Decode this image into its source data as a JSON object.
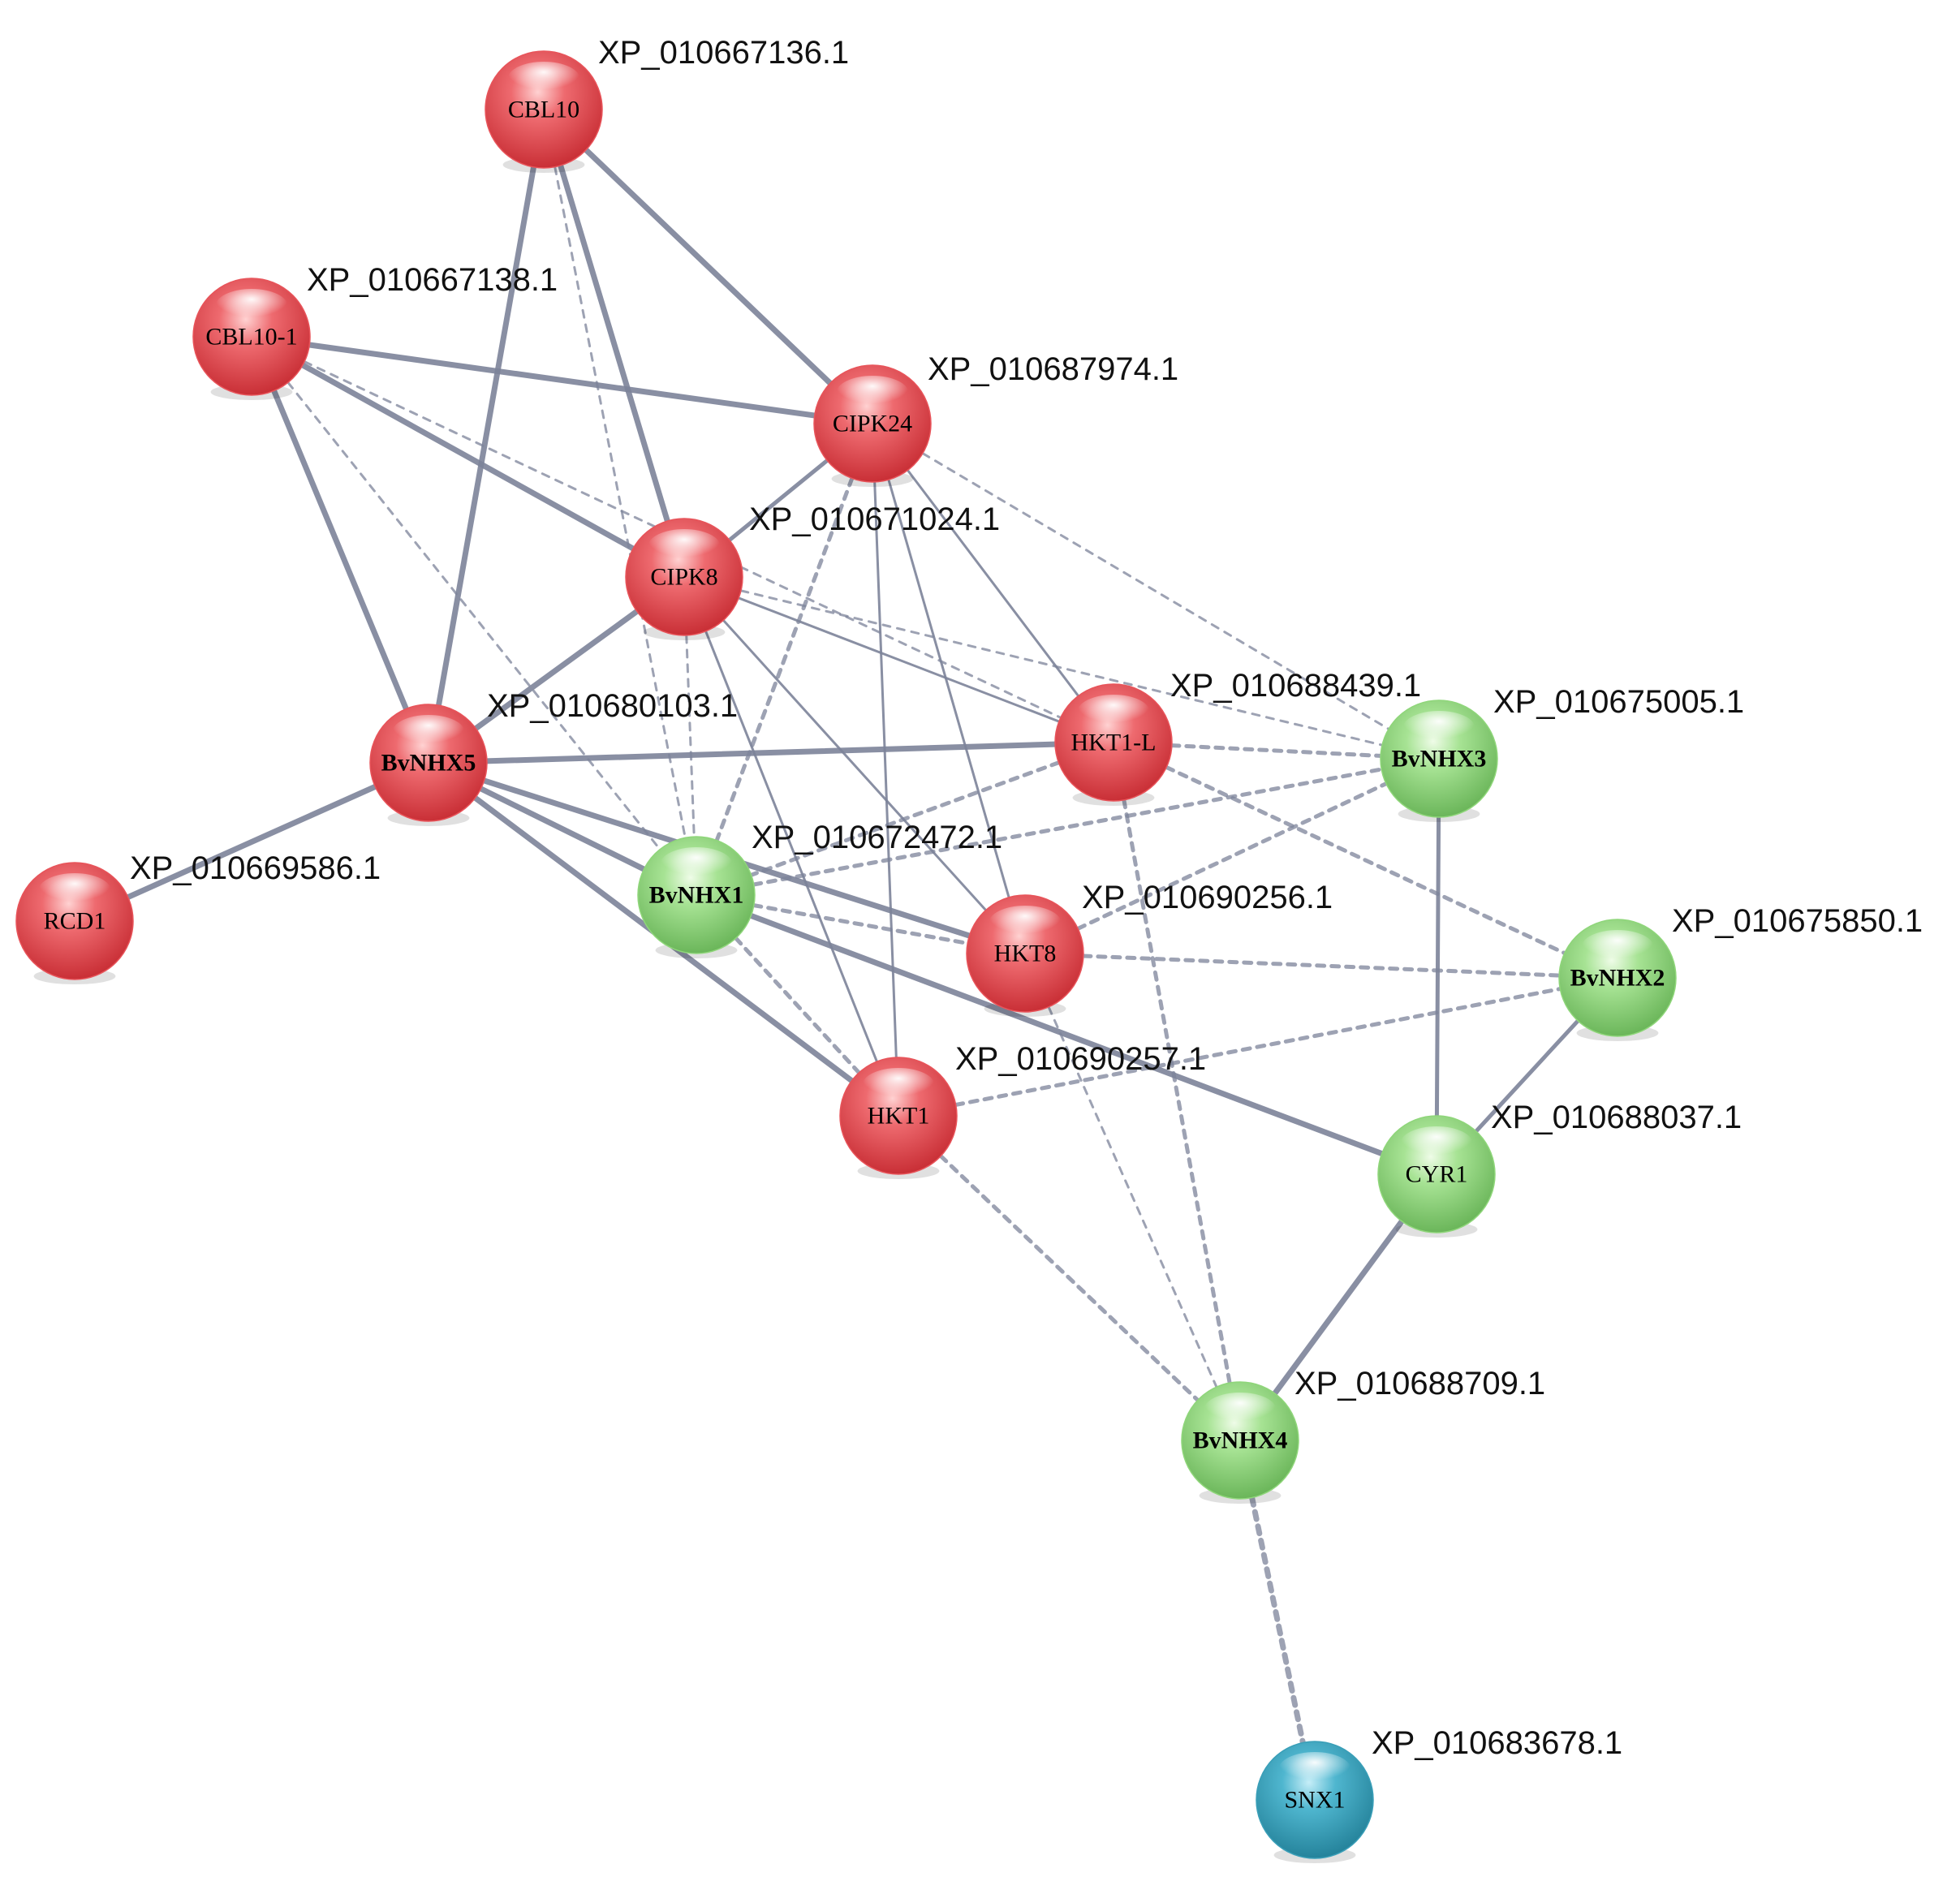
{
  "colors": {
    "red": "#e8545a",
    "green": "#8fd67a",
    "teal": "#3a9fb8",
    "edge": "#7c8399"
  },
  "nodes": [
    {
      "key": "CBL10",
      "label": "CBL10",
      "id": "XP_010667136.1",
      "color": "red",
      "bold": false
    },
    {
      "key": "CBL10-1",
      "label": "CBL10-1",
      "id": "XP_010667138.1",
      "color": "red",
      "bold": false
    },
    {
      "key": "CIPK24",
      "label": "CIPK24",
      "id": "XP_010687974.1",
      "color": "red",
      "bold": false
    },
    {
      "key": "CIPK8",
      "label": "CIPK8",
      "id": "XP_010671024.1",
      "color": "red",
      "bold": false
    },
    {
      "key": "BvNHX5",
      "label": "BvNHX5",
      "id": "XP_010680103.1",
      "color": "red",
      "bold": true
    },
    {
      "key": "RCD1",
      "label": "RCD1",
      "id": "XP_010669586.1",
      "color": "red",
      "bold": false
    },
    {
      "key": "HKT1-L",
      "label": "HKT1-L",
      "id": "XP_010688439.1",
      "color": "red",
      "bold": false
    },
    {
      "key": "BvNHX3",
      "label": "BvNHX3",
      "id": "XP_010675005.1",
      "color": "green",
      "bold": true
    },
    {
      "key": "BvNHX1",
      "label": "BvNHX1",
      "id": "XP_010672472.1",
      "color": "green",
      "bold": true
    },
    {
      "key": "HKT8",
      "label": "HKT8",
      "id": "XP_010690256.1",
      "color": "red",
      "bold": false
    },
    {
      "key": "BvNHX2",
      "label": "BvNHX2",
      "id": "XP_010675850.1",
      "color": "green",
      "bold": true
    },
    {
      "key": "HKT1",
      "label": "HKT1",
      "id": "XP_010690257.1",
      "color": "red",
      "bold": false
    },
    {
      "key": "CYR1",
      "label": "CYR1",
      "id": "XP_010688037.1",
      "color": "green",
      "bold": false
    },
    {
      "key": "BvNHX4",
      "label": "BvNHX4",
      "id": "XP_010688709.1",
      "color": "green",
      "bold": true
    },
    {
      "key": "SNX1",
      "label": "SNX1",
      "id": "XP_010683678.1",
      "color": "teal",
      "bold": false
    }
  ],
  "edges": [
    {
      "source": "CBL10",
      "target": "CIPK24",
      "style": "solid",
      "weight": 3
    },
    {
      "source": "CBL10",
      "target": "CIPK8",
      "style": "solid",
      "weight": 3
    },
    {
      "source": "CBL10",
      "target": "BvNHX5",
      "style": "solid",
      "weight": 3
    },
    {
      "source": "CBL10",
      "target": "BvNHX1",
      "style": "dashed",
      "weight": 1
    },
    {
      "source": "CBL10-1",
      "target": "CIPK24",
      "style": "solid",
      "weight": 3
    },
    {
      "source": "CBL10-1",
      "target": "CIPK8",
      "style": "solid",
      "weight": 3
    },
    {
      "source": "CBL10-1",
      "target": "BvNHX5",
      "style": "solid",
      "weight": 3
    },
    {
      "source": "CBL10-1",
      "target": "BvNHX1",
      "style": "dashed",
      "weight": 1
    },
    {
      "source": "CBL10-1",
      "target": "HKT1-L",
      "style": "dashed",
      "weight": 1
    },
    {
      "source": "CIPK24",
      "target": "CIPK8",
      "style": "solid",
      "weight": 2
    },
    {
      "source": "CIPK24",
      "target": "HKT1-L",
      "style": "solid",
      "weight": 1
    },
    {
      "source": "CIPK24",
      "target": "HKT8",
      "style": "solid",
      "weight": 1
    },
    {
      "source": "CIPK24",
      "target": "HKT1",
      "style": "solid",
      "weight": 1
    },
    {
      "source": "CIPK24",
      "target": "BvNHX1",
      "style": "dashed",
      "weight": 2
    },
    {
      "source": "CIPK24",
      "target": "BvNHX3",
      "style": "dashed",
      "weight": 1
    },
    {
      "source": "CIPK8",
      "target": "BvNHX5",
      "style": "solid",
      "weight": 3
    },
    {
      "source": "CIPK8",
      "target": "HKT1-L",
      "style": "solid",
      "weight": 1
    },
    {
      "source": "CIPK8",
      "target": "HKT8",
      "style": "solid",
      "weight": 1
    },
    {
      "source": "CIPK8",
      "target": "HKT1",
      "style": "solid",
      "weight": 1
    },
    {
      "source": "CIPK8",
      "target": "BvNHX1",
      "style": "dashed",
      "weight": 1
    },
    {
      "source": "CIPK8",
      "target": "BvNHX3",
      "style": "dashed",
      "weight": 1
    },
    {
      "source": "BvNHX5",
      "target": "RCD1",
      "style": "solid",
      "weight": 3
    },
    {
      "source": "BvNHX5",
      "target": "HKT1-L",
      "style": "solid",
      "weight": 3
    },
    {
      "source": "BvNHX5",
      "target": "BvNHX1",
      "style": "solid",
      "weight": 3
    },
    {
      "source": "BvNHX5",
      "target": "HKT8",
      "style": "solid",
      "weight": 3
    },
    {
      "source": "BvNHX5",
      "target": "HKT1",
      "style": "solid",
      "weight": 3
    },
    {
      "source": "HKT1-L",
      "target": "BvNHX3",
      "style": "dashed",
      "weight": 2
    },
    {
      "source": "HKT1-L",
      "target": "BvNHX2",
      "style": "dashed",
      "weight": 2
    },
    {
      "source": "HKT1-L",
      "target": "BvNHX1",
      "style": "dashed",
      "weight": 2
    },
    {
      "source": "HKT1-L",
      "target": "BvNHX4",
      "style": "dashed",
      "weight": 2
    },
    {
      "source": "BvNHX1",
      "target": "HKT8",
      "style": "dashed",
      "weight": 2
    },
    {
      "source": "BvNHX1",
      "target": "HKT1",
      "style": "dashed",
      "weight": 2
    },
    {
      "source": "BvNHX1",
      "target": "CYR1",
      "style": "solid",
      "weight": 3
    },
    {
      "source": "BvNHX1",
      "target": "BvNHX3",
      "style": "dashed",
      "weight": 2
    },
    {
      "source": "HKT8",
      "target": "BvNHX3",
      "style": "dashed",
      "weight": 2
    },
    {
      "source": "HKT8",
      "target": "BvNHX2",
      "style": "dashed",
      "weight": 2
    },
    {
      "source": "HKT8",
      "target": "BvNHX4",
      "style": "dashed",
      "weight": 1
    },
    {
      "source": "HKT1",
      "target": "BvNHX2",
      "style": "dashed",
      "weight": 2
    },
    {
      "source": "HKT1",
      "target": "BvNHX4",
      "style": "dashed",
      "weight": 2
    },
    {
      "source": "BvNHX3",
      "target": "CYR1",
      "style": "solid",
      "weight": 2
    },
    {
      "source": "BvNHX2",
      "target": "CYR1",
      "style": "solid",
      "weight": 2
    },
    {
      "source": "CYR1",
      "target": "BvNHX4",
      "style": "solid",
      "weight": 3
    },
    {
      "source": "BvNHX4",
      "target": "SNX1",
      "style": "dashed",
      "weight": 3
    }
  ]
}
